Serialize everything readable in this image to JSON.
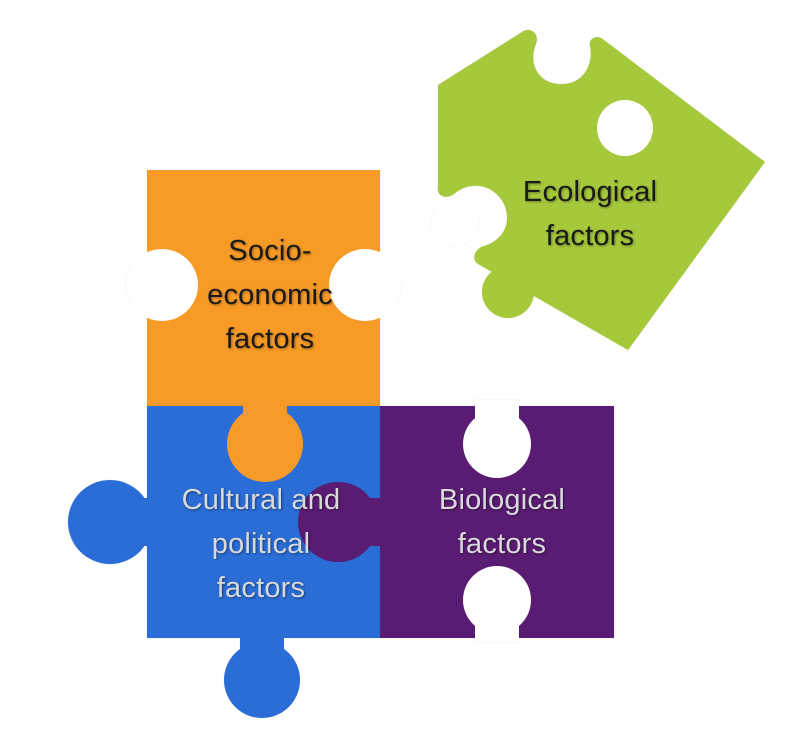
{
  "pieces": {
    "socio": {
      "label": "Socio-\neconomic\nfactors",
      "color": "#f79a28"
    },
    "ecological": {
      "label": "Ecological\nfactors",
      "color": "#a6c83a"
    },
    "cultural": {
      "label": "Cultural and\npolitical\nfactors",
      "color": "#2a6dd6"
    },
    "biological": {
      "label": "Biological\nfactors",
      "color": "#5a1a73"
    }
  }
}
